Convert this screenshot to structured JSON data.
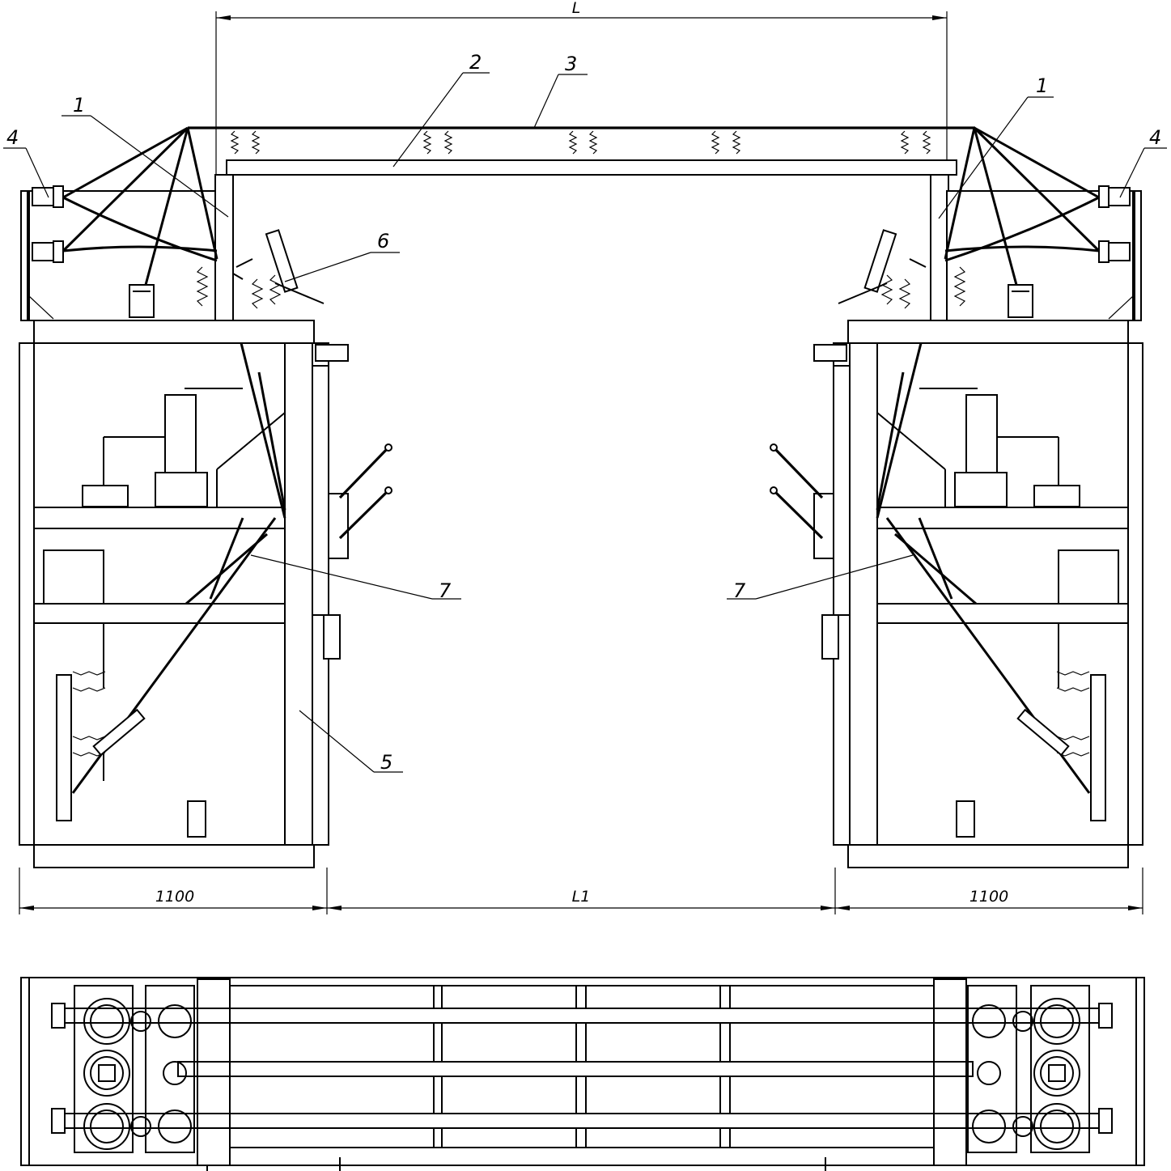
{
  "dimensions": {
    "top_span": "L",
    "left_width": "1100",
    "middle_span": "L1",
    "right_width": "1100"
  },
  "callouts": {
    "c1_left": "1",
    "c1_right": "1",
    "c2": "2",
    "c3": "3",
    "c4_left": "4",
    "c4_right": "4",
    "c5": "5",
    "c6": "6",
    "c7_left": "7",
    "c7_right": "7"
  }
}
